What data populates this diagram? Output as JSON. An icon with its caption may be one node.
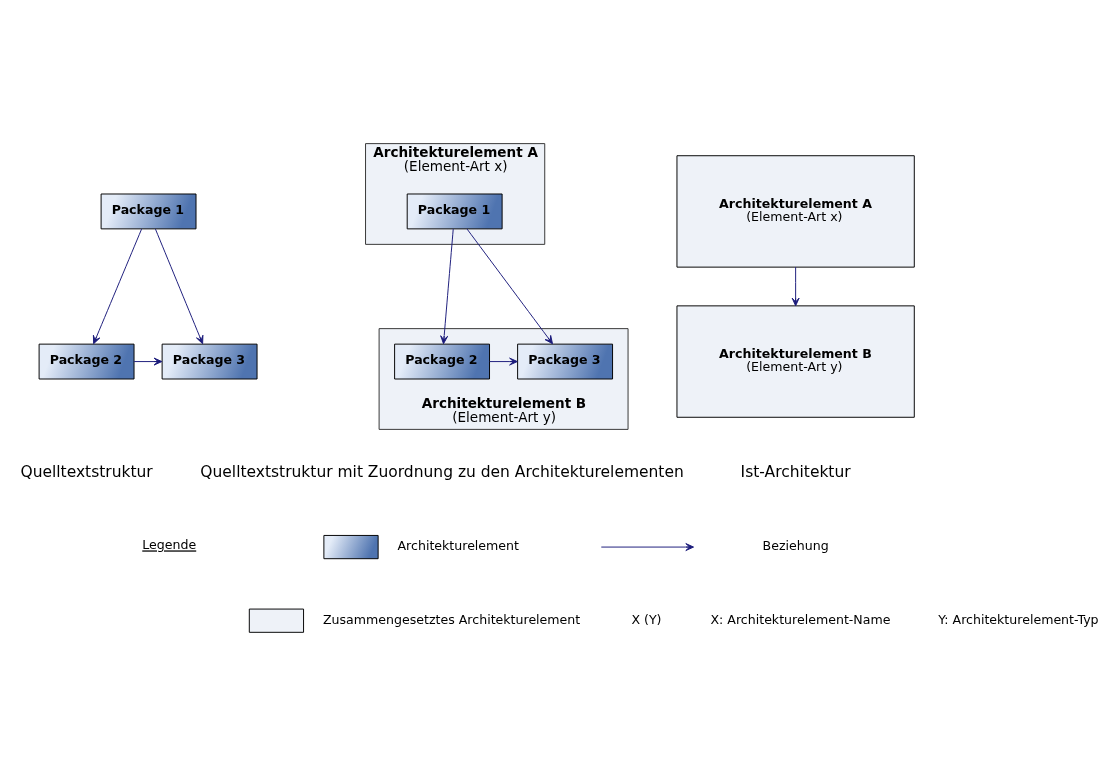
{
  "diagram": {
    "nodes": [
      {
        "text": [
          "Package 1"
        ]
      },
      {
        "text": [
          "Package 2"
        ]
      },
      {
        "text": [
          "Package 3"
        ]
      },
      {
        "text": [
          "Architekturelement A",
          "(Element-Art x)"
        ]
      },
      {
        "text": [
          "Package 1"
        ],
        "in": 3
      },
      {
        "text": [
          "Architekturelement B",
          "(Element-Art y)"
        ]
      },
      {
        "text": [
          "Package 2"
        ],
        "in": 5
      },
      {
        "text": [
          "Package 3"
        ],
        "in": 5
      },
      {
        "text": [
          "Architekturelement A",
          "(Element-Art x)"
        ]
      },
      {
        "text": [
          "Architekturelement B",
          "(Element-Art y)"
        ]
      }
    ],
    "edges": [
      {
        "from": 0,
        "to": 1,
        "arrow": "to"
      },
      {
        "from": 0,
        "to": 2,
        "arrow": "to"
      },
      {
        "from": 1,
        "to": 2,
        "arrow": "to"
      },
      {
        "from": 4,
        "to": 6,
        "arrow": "to"
      },
      {
        "from": 4,
        "to": 7,
        "arrow": "to"
      },
      {
        "from": 6,
        "to": 7,
        "arrow": "to"
      },
      {
        "from": 8,
        "to": 9,
        "arrow": "to"
      }
    ],
    "labels": [
      "Quelltextstruktur",
      "Quelltextstruktur mit Zuordnung zu den Architekturelementen",
      "Ist-Architektur",
      "Legende",
      "X (Y)",
      "X: Architekturelement-Name",
      "Y: Architekturelement-Typ"
    ],
    "legend": [
      {
        "text": "Architekturelement"
      },
      {
        "text": "Zusammengesetztes Architekturelement",
        "color": "#eef2f8"
      },
      {
        "text": "Beziehung"
      }
    ]
  }
}
